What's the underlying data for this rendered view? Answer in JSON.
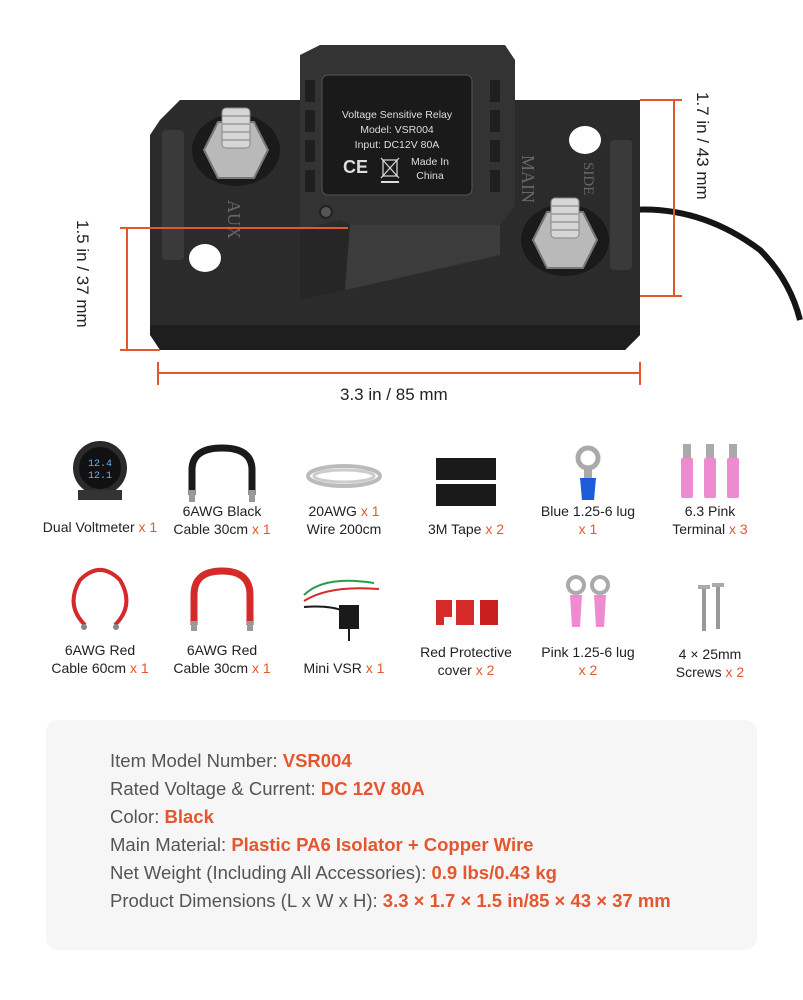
{
  "relay": {
    "label_lines": [
      "Voltage Sensitive Relay",
      "Model: VSR004",
      "Input: DC12V 80A"
    ],
    "ce_mark": "CE",
    "made_in": [
      "Made In",
      "China"
    ],
    "terminal_aux": "AUX",
    "terminal_main": "MAIN",
    "terminal_side": "SIDE"
  },
  "dimensions": {
    "width": "3.3 in / 85 mm",
    "height_left": "1.5 in / 37 mm",
    "height_right": "1.7 in / 43 mm"
  },
  "accessories": [
    {
      "name": "Dual Voltmeter",
      "qty": "x 1",
      "icon": "dual-voltmeter-icon"
    },
    {
      "name_line1": "6AWG Black",
      "name_line2": "Cable 30cm",
      "qty": "x 1",
      "icon": "black-cable-icon"
    },
    {
      "name_line1": "20AWG",
      "qty1": "x 1",
      "name_line2": "Wire 200cm",
      "icon": "wire-coil-icon"
    },
    {
      "name": "3M Tape",
      "qty": "x 2",
      "icon": "tape-icon"
    },
    {
      "name_line1": "Blue 1.25-6 lug",
      "qty": "x 1",
      "icon": "blue-lug-icon"
    },
    {
      "name_line1": "6.3 Pink",
      "name_line2": "Terminal",
      "qty": "x 3",
      "icon": "pink-terminal-icon"
    },
    {
      "name_line1": "6AWG Red",
      "name_line2": "Cable 60cm",
      "qty": "x 1",
      "icon": "red-cable-long-icon"
    },
    {
      "name_line1": "6AWG Red",
      "name_line2": "Cable 30cm",
      "qty": "x 1",
      "icon": "red-cable-short-icon"
    },
    {
      "name": "Mini VSR",
      "qty": "x 1",
      "icon": "mini-vsr-icon"
    },
    {
      "name_line1": "Red Protective",
      "name_line2": "cover",
      "qty": "x 2",
      "icon": "red-cover-icon"
    },
    {
      "name_line1": "Pink 1.25-6 lug",
      "qty": "x 2",
      "icon": "pink-lug-icon"
    },
    {
      "name_line1": "4 × 25mm",
      "name_line2": "Screws",
      "qty": "x 2",
      "icon": "screws-icon"
    }
  ],
  "voltmeter_display": [
    "12.4",
    "12.1"
  ],
  "specs": [
    {
      "label": "Item Model Number: ",
      "value": "VSR004"
    },
    {
      "label": "Rated Voltage & Current: ",
      "value": "DC 12V 80A"
    },
    {
      "label": "Color: ",
      "value": "Black"
    },
    {
      "label": "Main Material: ",
      "value": "Plastic PA6 Isolator + Copper Wire"
    },
    {
      "label": "Net Weight (Including All Accessories): ",
      "value": "0.9 lbs/0.43 kg"
    },
    {
      "label": "Product Dimensions (L x W x H): ",
      "value": "3.3 × 1.7 × 1.5 in/85 × 43 × 37 mm"
    }
  ],
  "colors": {
    "accent": "#e4572e",
    "body": "#2a2a2a",
    "panel": "#f6f6f6"
  }
}
